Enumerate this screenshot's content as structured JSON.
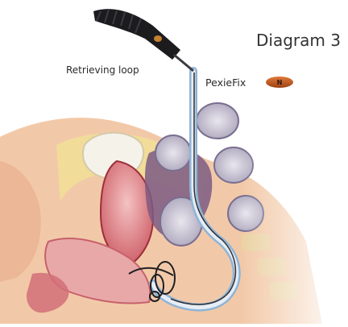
{
  "diagram": {
    "title": "Diagram 3",
    "labels": {
      "retrieving_loop": "Retrieving loop",
      "device": "PexieFix",
      "marker_letter": "N"
    }
  },
  "colors": {
    "skin": "#f2c9a8",
    "fat": "#f1dc9a",
    "muscle": "#c7525a",
    "organ_pink": "#e9a8a8",
    "uterus": "#7d5a82",
    "bowel_grey": "#b9b3c6",
    "tube_blue": "#8fb4d6",
    "tube_dark": "#2f2f35",
    "handle": "#1c1c1f",
    "marker": "#b4571e"
  }
}
